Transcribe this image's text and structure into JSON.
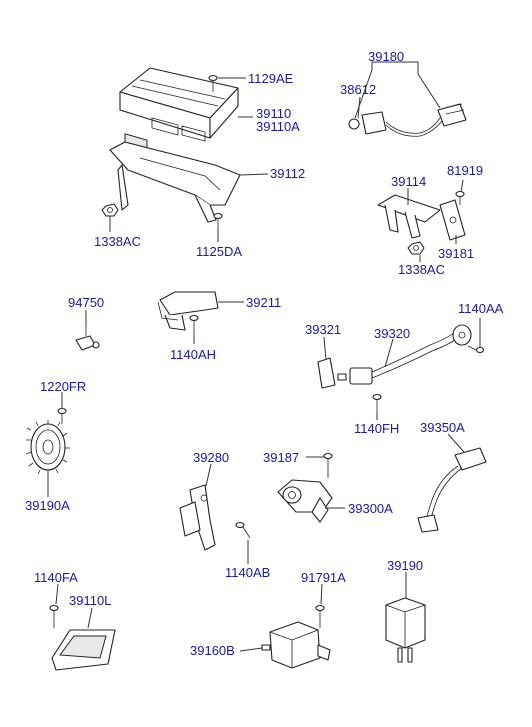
{
  "labels": {
    "p1129AE": "1129AE",
    "p39110": "39110",
    "p39110A": "39110A",
    "p39112": "39112",
    "p1338AC_left": "1338AC",
    "p1125DA": "1125DA",
    "p39180": "39180",
    "p38612": "38612",
    "p39114": "39114",
    "p81919": "81919",
    "p39181": "39181",
    "p1338AC_right": "1338AC",
    "p94750": "94750",
    "p39211": "39211",
    "p1140AH": "1140AH",
    "p39321": "39321",
    "p39320": "39320",
    "p1140AA": "1140AA",
    "p1140FH": "1140FH",
    "p1220FR": "1220FR",
    "p39190A": "39190A",
    "p39280": "39280",
    "p39187": "39187",
    "p39350A": "39350A",
    "p39300A": "39300A",
    "p1140AB": "1140AB",
    "p1140FA": "1140FA",
    "p39110L": "39110L",
    "p91791A": "91791A",
    "p39190": "39190",
    "p39160B": "39160B"
  },
  "colors": {
    "label": "#1a1aa6",
    "line": "#222222",
    "background": "#ffffff"
  }
}
